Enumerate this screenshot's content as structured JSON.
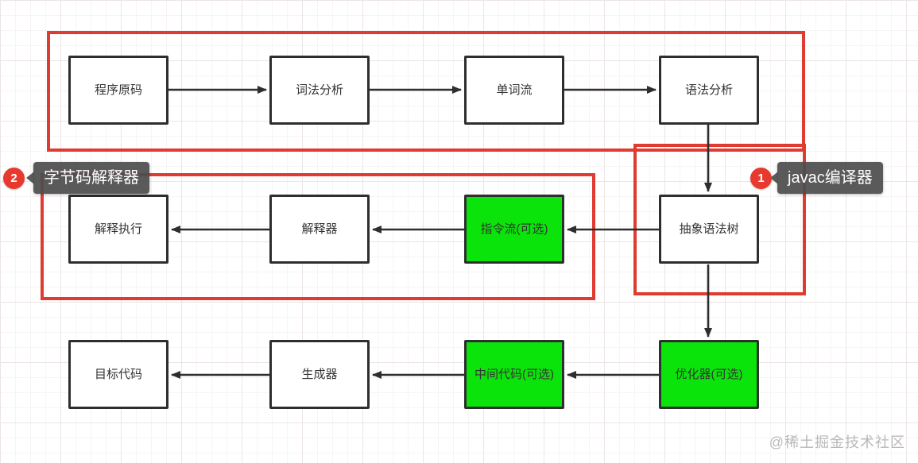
{
  "nodes": {
    "source_code": {
      "label": "程序原码",
      "highlight": false
    },
    "lexical_analysis": {
      "label": "词法分析",
      "highlight": false
    },
    "token_stream": {
      "label": "单词流",
      "highlight": false
    },
    "syntax_analysis": {
      "label": "语法分析",
      "highlight": false
    },
    "interpret_execute": {
      "label": "解释执行",
      "highlight": false
    },
    "interpreter": {
      "label": "解释器",
      "highlight": false
    },
    "instruction_stream": {
      "label": "指令流(可选)",
      "highlight": true
    },
    "ast": {
      "label": "抽象语法树",
      "highlight": false
    },
    "target_code": {
      "label": "目标代码",
      "highlight": false
    },
    "generator": {
      "label": "生成器",
      "highlight": false
    },
    "intermediate_code": {
      "label": "中间代码(可选)",
      "highlight": true
    },
    "optimizer": {
      "label": "优化器(可选)",
      "highlight": true
    }
  },
  "edges": [
    {
      "from": "source_code",
      "to": "lexical_analysis"
    },
    {
      "from": "lexical_analysis",
      "to": "token_stream"
    },
    {
      "from": "token_stream",
      "to": "syntax_analysis"
    },
    {
      "from": "syntax_analysis",
      "to": "ast"
    },
    {
      "from": "ast",
      "to": "instruction_stream"
    },
    {
      "from": "instruction_stream",
      "to": "interpreter"
    },
    {
      "from": "interpreter",
      "to": "interpret_execute"
    },
    {
      "from": "ast",
      "to": "optimizer"
    },
    {
      "from": "optimizer",
      "to": "intermediate_code"
    },
    {
      "from": "intermediate_code",
      "to": "generator"
    },
    {
      "from": "generator",
      "to": "target_code"
    }
  ],
  "badges": [
    {
      "number": "1",
      "label": "javac编译器"
    },
    {
      "number": "2",
      "label": "字节码解释器"
    }
  ],
  "watermark": "@稀土掘金技术社区",
  "colors": {
    "group_border_red": "#e03b30",
    "highlight_green": "#0be40b",
    "node_border": "#2e2e2e",
    "badge_red": "#e8392e",
    "tooltip_gray": "#4d4d4d",
    "watermark_gray": "#b9b9b9"
  }
}
